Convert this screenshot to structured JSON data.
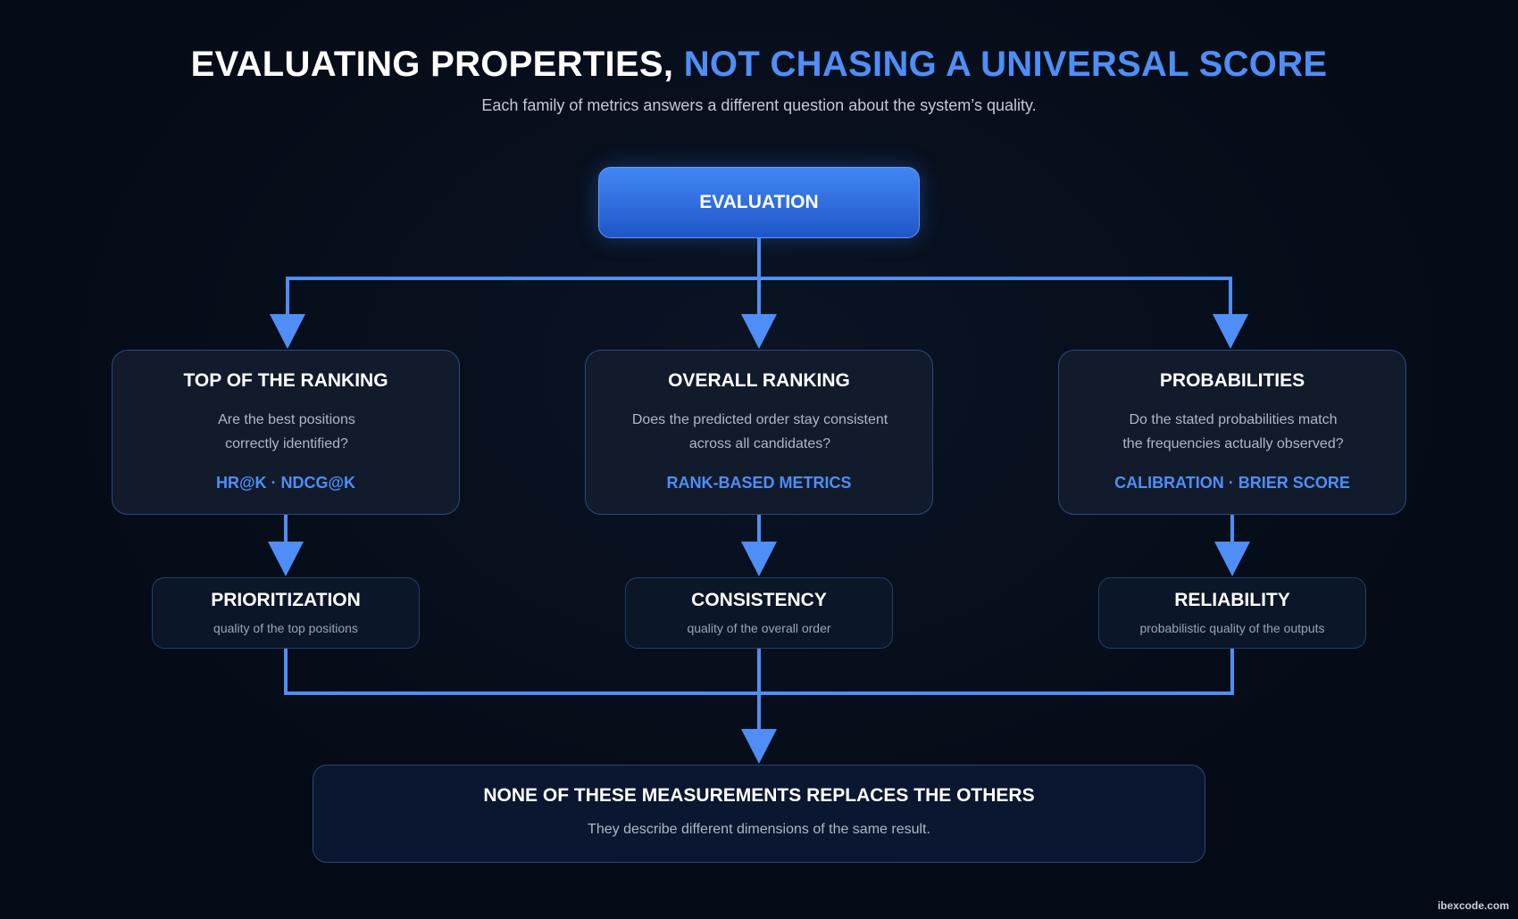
{
  "header": {
    "title_main": "EVALUATING PROPERTIES, ",
    "title_accent": "NOT CHASING A UNIVERSAL SCORE",
    "subtitle": "Each family of metrics answers a different question about the system’s quality."
  },
  "root": {
    "label": "EVALUATION"
  },
  "families": [
    {
      "title": "TOP OF THE RANKING",
      "question_lines": [
        "Are the best positions",
        "correctly identified?"
      ],
      "metrics": "HR@K · NDCG@K"
    },
    {
      "title": "OVERALL RANKING",
      "question_lines": [
        "Does the predicted order stay consistent",
        "across all candidates?"
      ],
      "metrics": "RANK-BASED METRICS"
    },
    {
      "title": "PROBABILITIES",
      "question_lines": [
        "Do the stated probabilities match",
        "the frequencies actually observed?"
      ],
      "metrics": "CALIBRATION · BRIER SCORE"
    }
  ],
  "properties": [
    {
      "title": "PRIORITIZATION",
      "subtitle": "quality of the top positions"
    },
    {
      "title": "CONSISTENCY",
      "subtitle": "quality of the overall order"
    },
    {
      "title": "RELIABILITY",
      "subtitle": "probabilistic quality of the outputs"
    }
  ],
  "conclusion": {
    "title": "NONE OF THESE MEASUREMENTS REPLACES THE OTHERS",
    "subtitle": "They describe different dimensions of the same result."
  },
  "footer": {
    "watermark": "ibexcode.com"
  },
  "colors": {
    "accent": "#4f8ef7",
    "connector": "#4f8ef7",
    "background": "#050b16"
  }
}
